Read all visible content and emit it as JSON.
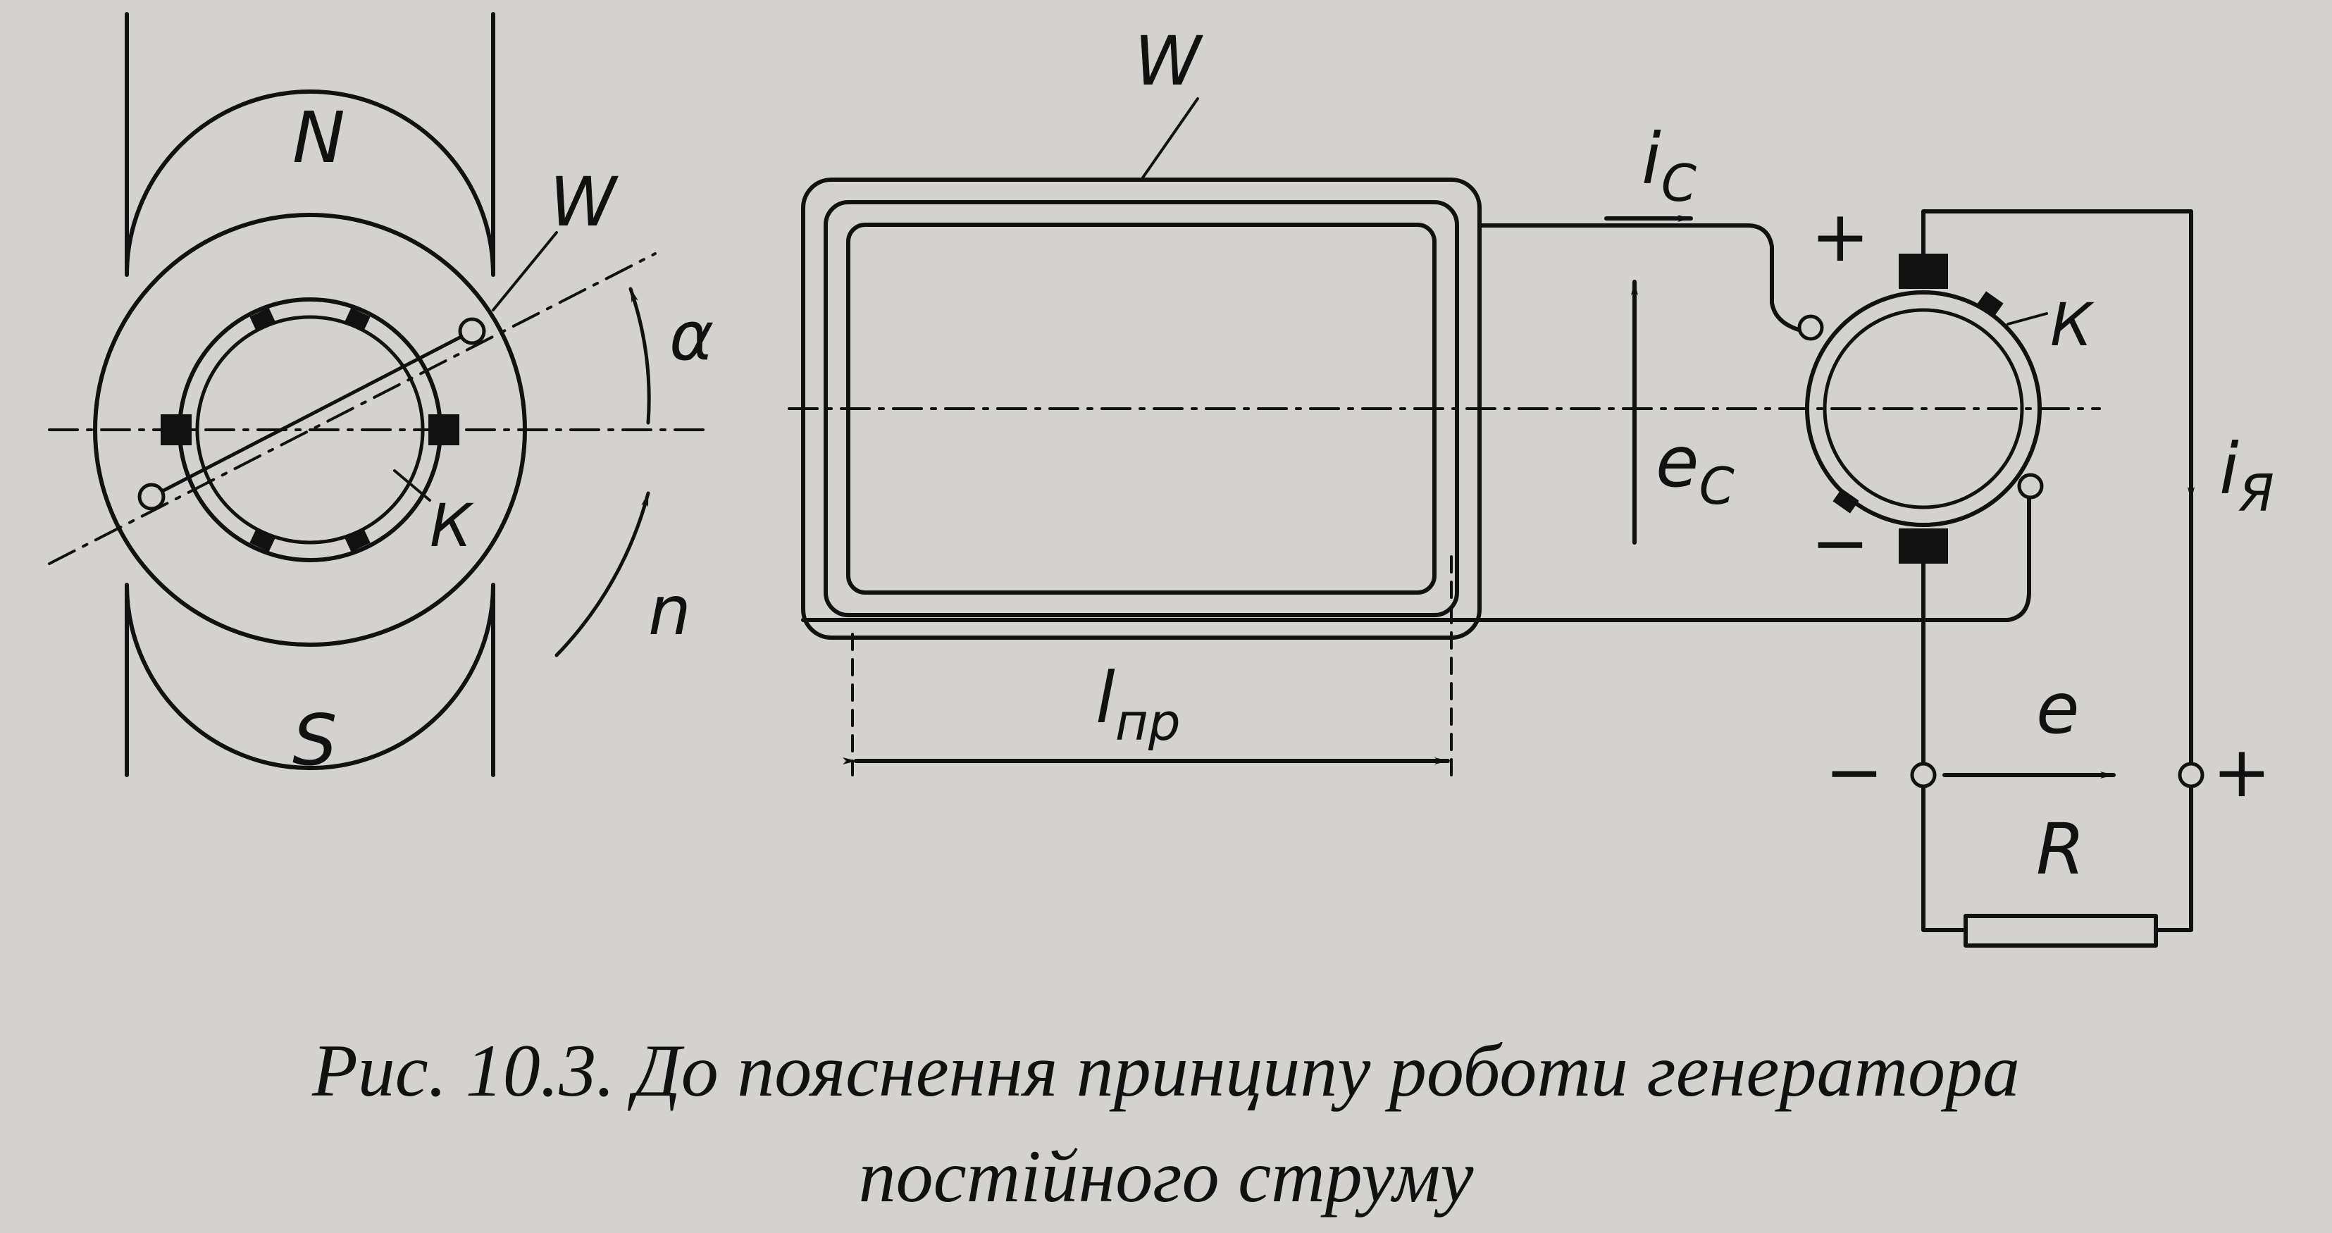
{
  "figure": {
    "labels": {
      "pole_north": "N",
      "pole_south": "S",
      "winding_left": "W",
      "winding_top": "W",
      "angle_alpha": "α",
      "rotation_n": "n",
      "collector_left": "К",
      "collector_right": "К",
      "current_coil_main": "i",
      "current_coil_sub": "С",
      "emf_coil_main": "e",
      "emf_coil_sub": "С",
      "conductor_length_main": "l",
      "conductor_length_sub": "пр",
      "brush_plus": "+",
      "brush_minus": "−",
      "armature_current_main": "i",
      "armature_current_sub": "Я",
      "emf_main": "e",
      "load_resistance": "R",
      "terminal_minus": "−",
      "terminal_plus": "+"
    },
    "caption_line1": "Рис. 10.3. До пояснення принципу роботи генератора",
    "caption_line2": "постійного струму"
  },
  "colors": {
    "ink": "#111111",
    "paper": "#d3d2cf"
  }
}
